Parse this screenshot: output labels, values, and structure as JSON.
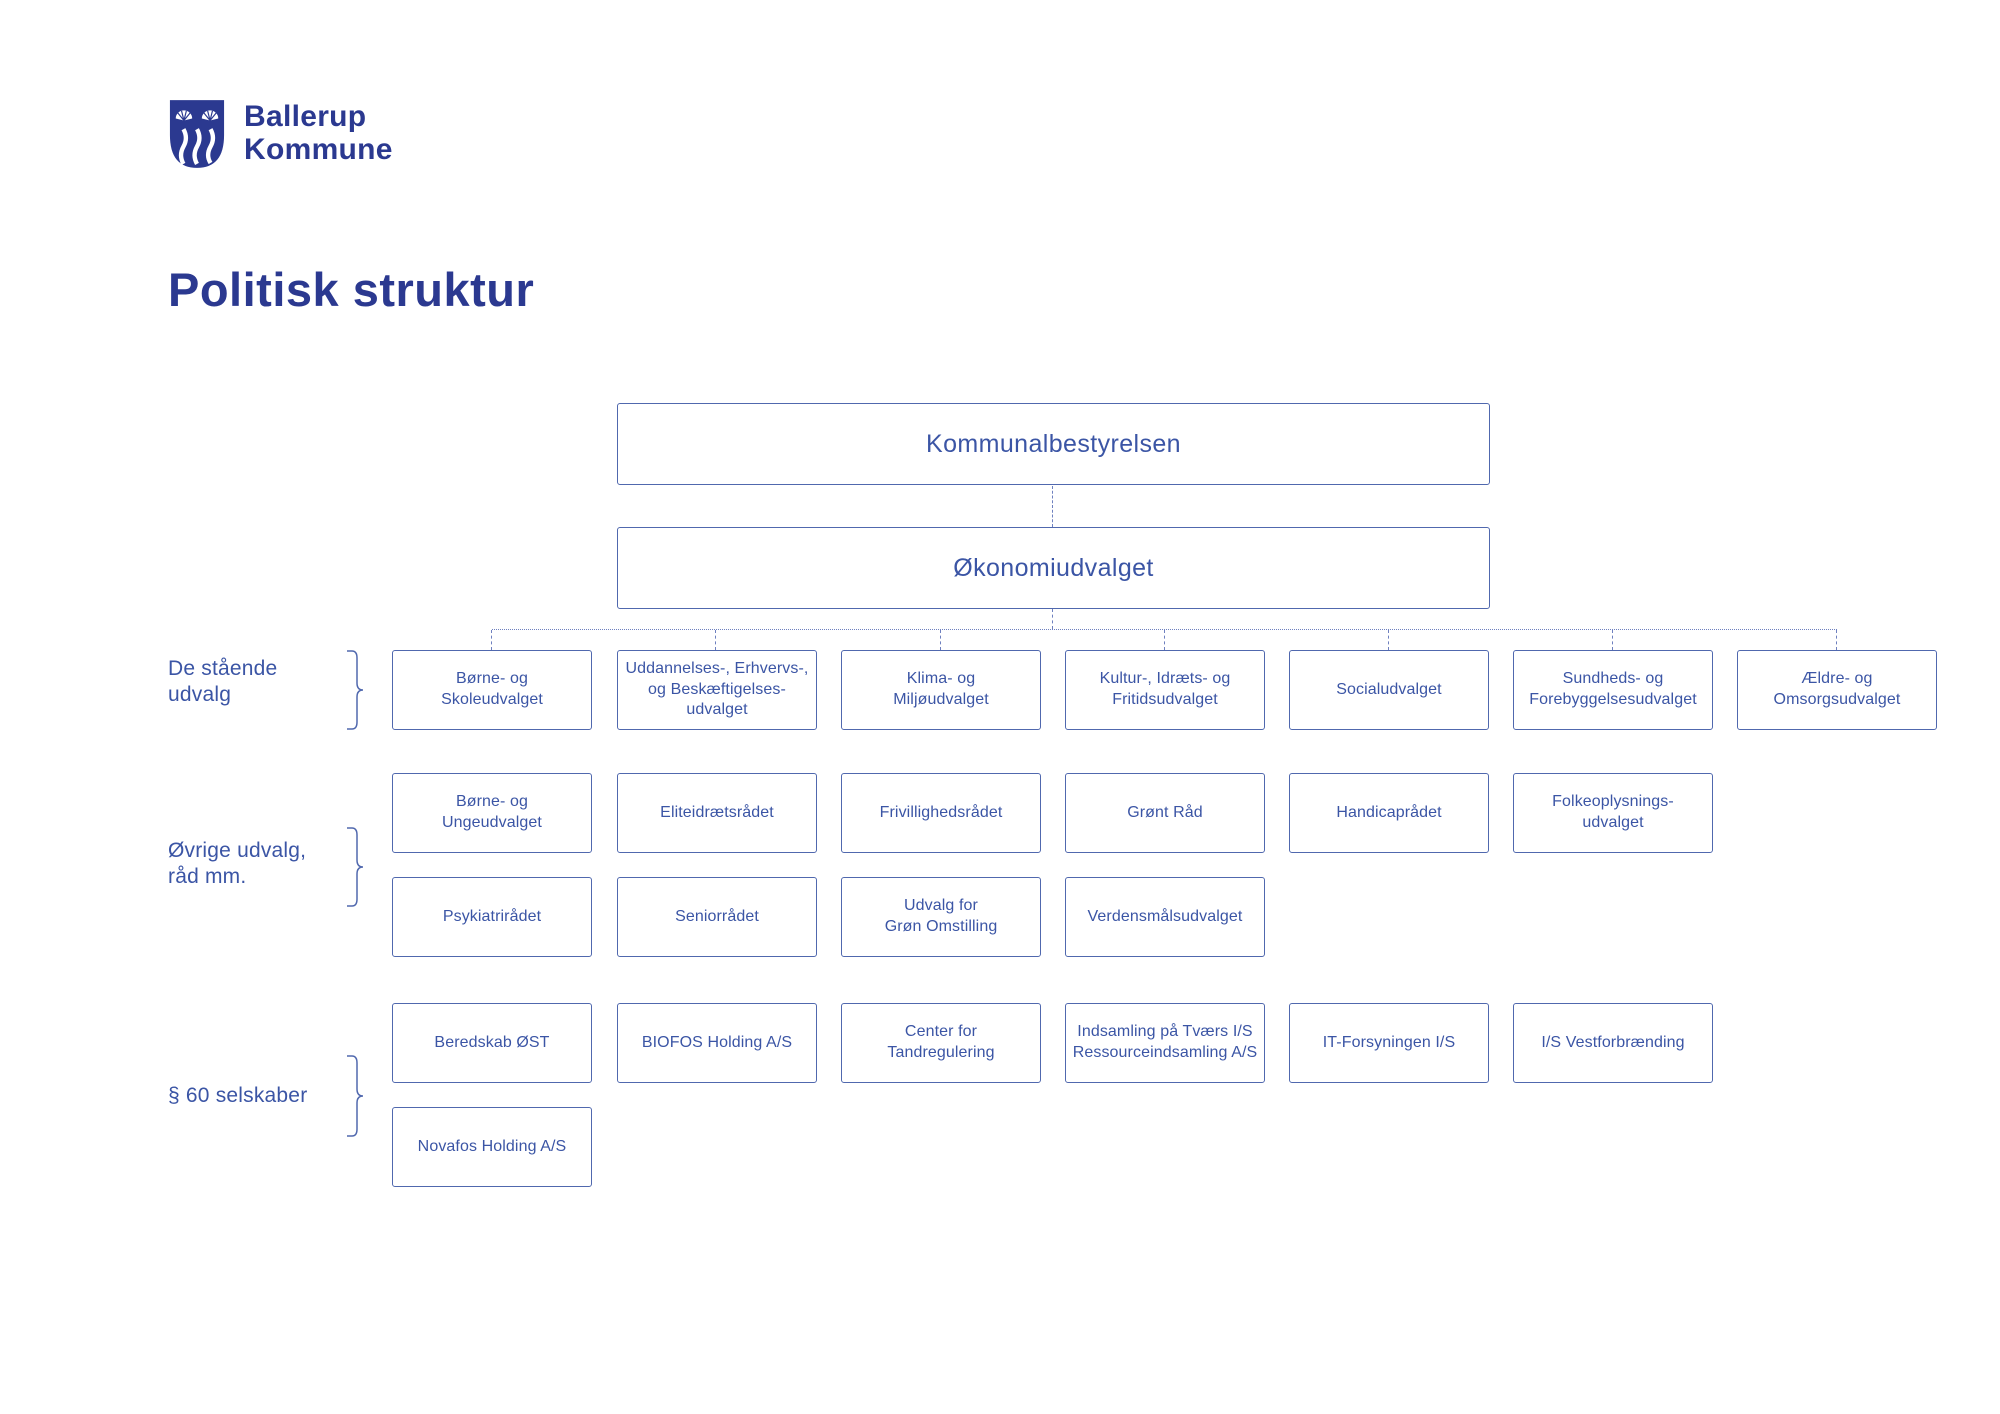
{
  "logo": {
    "name_line1": "Ballerup",
    "name_line2": "Kommune"
  },
  "title": "Politisk struktur",
  "hierarchy": {
    "top_box": "Kommunalbestyrelsen",
    "second_box": "Økonomiudvalget"
  },
  "sections": [
    {
      "label": "De stående\nudvalg",
      "rows": [
        [
          "Børne- og\nSkoleudvalget",
          "Uddannelses-, Erhvervs-,\nog Beskæftigelses-\nudvalget",
          "Klima- og\nMiljøudvalget",
          "Kultur-, Idræts- og\nFritidsudvalget",
          "Socialudvalget",
          "Sundheds- og\nForebyggelsesudvalget",
          "Ældre- og\nOmsorgsudvalget"
        ]
      ]
    },
    {
      "label": "Øvrige udvalg,\nråd mm.",
      "rows": [
        [
          "Børne- og\nUngeudvalget",
          "Eliteidrætsrådet",
          "Frivillighedsrådet",
          "Grønt Råd",
          "Handicaprådet",
          "Folkeoplysnings-\nudvalget"
        ],
        [
          "Psykiatrirådet",
          "Seniorrådet",
          "Udvalg for\nGrøn Omstilling",
          "Verdensmålsudvalget"
        ]
      ]
    },
    {
      "label": "§ 60 selskaber",
      "rows": [
        [
          "Beredskab ØST",
          "BIOFOS Holding A/S",
          "Center for\nTandregulering",
          "Indsamling på Tværs I/S\nRessourceindsamling A/S",
          "IT-Forsyningen I/S",
          "I/S Vestforbrænding"
        ],
        [
          "Novafos Holding A/S"
        ]
      ]
    }
  ],
  "colors": {
    "brand": "#2b3990",
    "box_border": "#5068ae",
    "box_text": "#3b55a5",
    "connector": "#6e80bf"
  }
}
